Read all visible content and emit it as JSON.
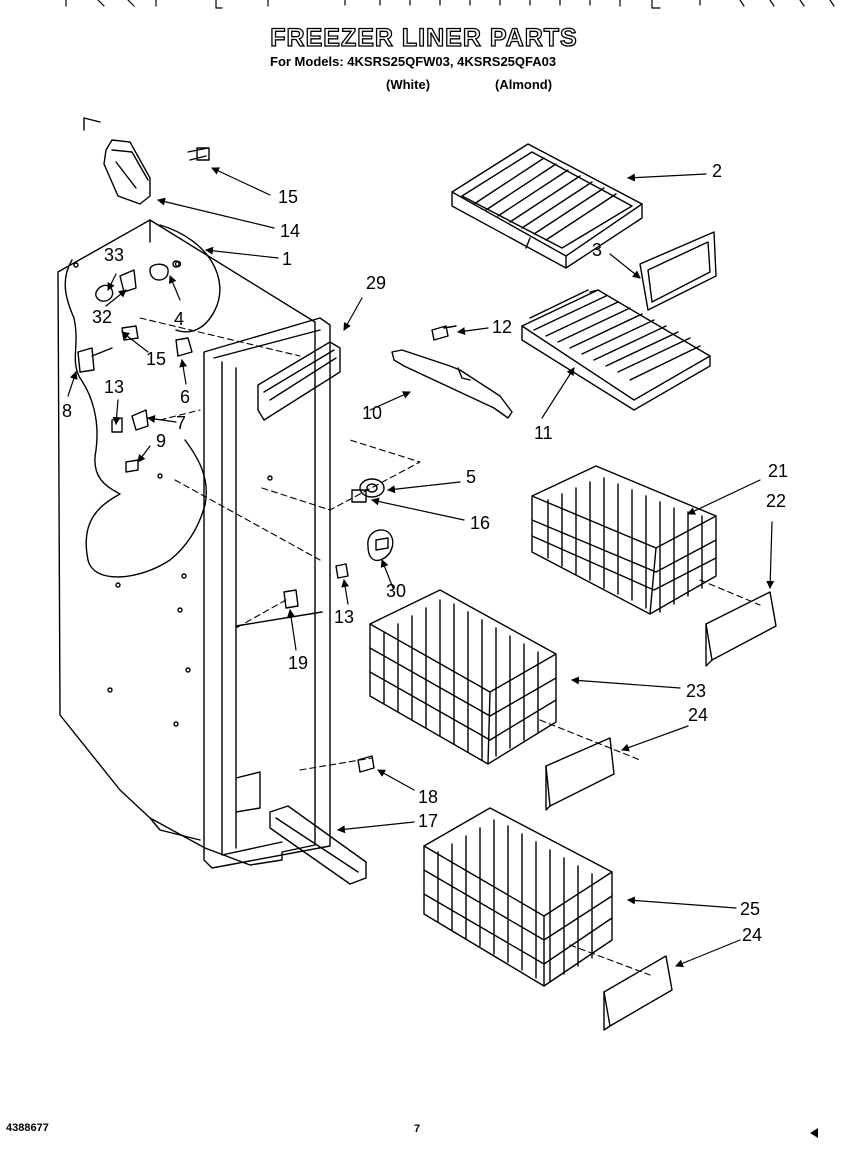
{
  "header": {
    "title": "FREEZER LINER PARTS",
    "models_line": "For Models: 4KSRS25QFW03, 4KSRS25QFA03",
    "color_white": "(White)",
    "color_almond": "(Almond)"
  },
  "callouts": {
    "p1": "1",
    "p2": "2",
    "p3": "3",
    "p4": "4",
    "p5": "5",
    "p6": "6",
    "p7": "7",
    "p8": "8",
    "p9": "9",
    "p10": "10",
    "p11": "11",
    "p12": "12",
    "p13a": "13",
    "p13b": "13",
    "p14": "14",
    "p15a": "15",
    "p15b": "15",
    "p16": "16",
    "p17": "17",
    "p18": "18",
    "p19": "19",
    "p21": "21",
    "p22": "22",
    "p23": "23",
    "p24a": "24",
    "p24b": "24",
    "p25": "25",
    "p29": "29",
    "p30": "30",
    "p32": "32",
    "p33": "33"
  },
  "footer": {
    "doc_number": "4388677",
    "page_number": "7"
  }
}
